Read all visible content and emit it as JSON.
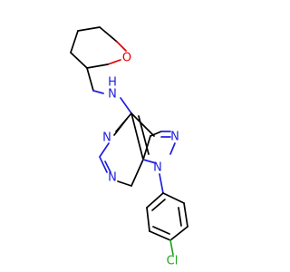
{
  "molecule": {
    "atoms": {
      "O": "O",
      "NH": "N",
      "H": "H",
      "N_pz": "N",
      "N_pm1": "N",
      "N_pm2": "N",
      "N1": "N",
      "Cl": "Cl"
    },
    "colors": {
      "carbon": "#000000",
      "nitrogen": "#2020e0",
      "oxygen": "#e00000",
      "chlorine": "#1ca61c"
    }
  }
}
